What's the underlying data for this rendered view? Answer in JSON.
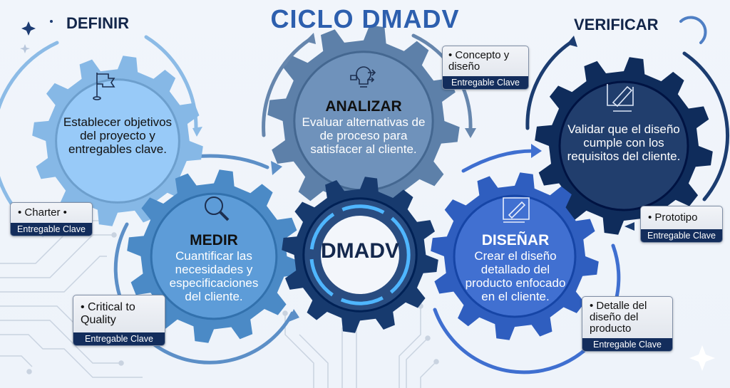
{
  "title": "CICLO DMADV",
  "center_label": "DMADV",
  "phases": {
    "definir": {
      "label": "DEFINIR",
      "description": "Establecer objetivos del proyecto y entregables clave.",
      "icon": "flag-icon",
      "color": "#86b8e6"
    },
    "medir": {
      "label": "MEDIR",
      "description": "Cuantificar las necesidades y especificaciones del cliente.",
      "icon": "magnifier-icon",
      "color": "#4b8ac6"
    },
    "analizar": {
      "label": "ANALIZAR",
      "description": "Evaluar alternativas de de proceso para satisfacer al cliente.",
      "icon": "lightbulb-icon",
      "color": "#5d80a9"
    },
    "disenar": {
      "label": "DISEÑAR",
      "description": "Crear el diseño detallado del producto enfocado en el cliente.",
      "icon": "blueprint-icon",
      "color": "#2f5ebf"
    },
    "verificar": {
      "label": "VERIFICAR",
      "description": "Validar que el diseño cumple con los requisitos del cliente.",
      "icon": "checklist-icon",
      "color": "#0f2c5b"
    }
  },
  "deliverables": {
    "tag": "Entregable Clave",
    "charter": "Charter •",
    "ctq": "Critical to Quality",
    "concepto": "Concepto y diseño",
    "prototipo": "Prototipo",
    "detalle": "Detalle del diseño del producto"
  },
  "colors": {
    "title": "#2d5fae",
    "center": "#173a6e",
    "tag": "#132d5c"
  }
}
